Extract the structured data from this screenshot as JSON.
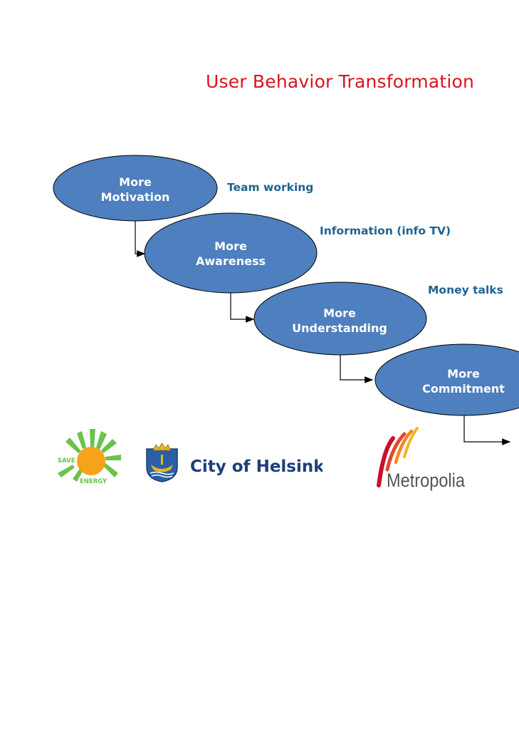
{
  "title": "User Behavior Transformation",
  "stages": [
    {
      "line1": "More",
      "line2": "Motivation"
    },
    {
      "line1": "More",
      "line2": "Awareness"
    },
    {
      "line1": "More",
      "line2": "Understanding"
    },
    {
      "line1": "More",
      "line2": "Commitment"
    }
  ],
  "labels": [
    "Team working",
    "Information (info TV)",
    "Money talks"
  ],
  "logos": {
    "save_energy_top": "SAVE",
    "save_energy_bottom": "ENERGY",
    "helsinki": "City of Helsinki",
    "metropolia": "Metropolia"
  },
  "colors": {
    "title": "#d9141c",
    "ellipse_fill": "#4e7fbe",
    "label_text": "#1f6391",
    "sun": "#f7a21b",
    "rays": "#6cc24a"
  }
}
